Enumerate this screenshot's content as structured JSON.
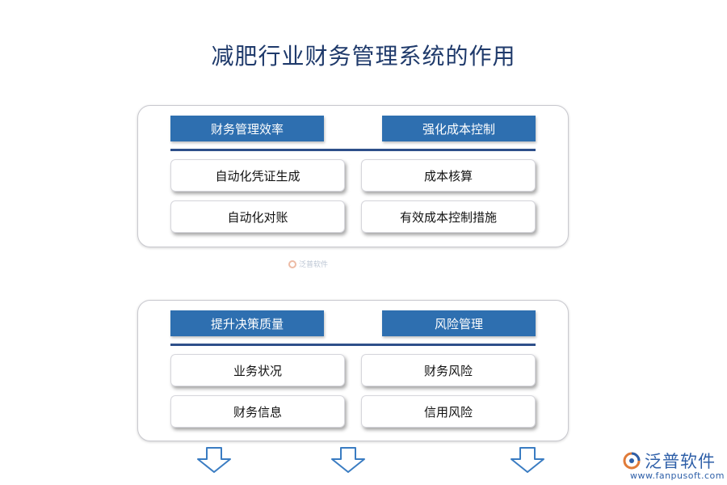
{
  "title": "减肥行业财务管理系统的作用",
  "panels": [
    {
      "left_header": "财务管理效率",
      "right_header": "强化成本控制",
      "left_items": [
        "自动化凭证生成",
        "自动化对账"
      ],
      "right_items": [
        "成本核算",
        "有效成本控制措施"
      ]
    },
    {
      "left_header": "提升决策质量",
      "right_header": "风险管理",
      "left_items": [
        "业务状况",
        "财务信息"
      ],
      "right_items": [
        "财务风险",
        "信用风险"
      ]
    }
  ],
  "watermark": {
    "center_text": "泛普软件"
  },
  "brand": {
    "name": "泛普软件",
    "url": "www.fanpusoft.com"
  },
  "colors": {
    "header_fill": "#2e6fb0",
    "rule": "#2e4f8a",
    "title": "#1f3a6b",
    "arrow_stroke": "#3a7cc2"
  },
  "arrows": {
    "count": 3,
    "icon": "down-arrow-icon"
  }
}
